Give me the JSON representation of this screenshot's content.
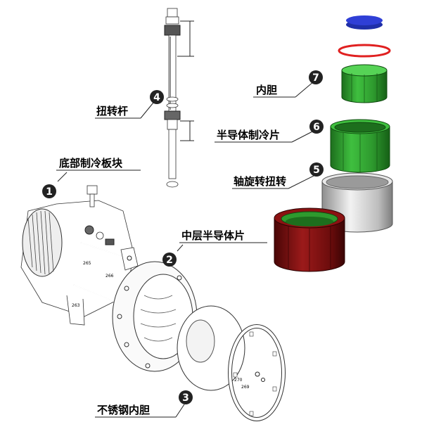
{
  "labels": {
    "l1": {
      "text": "底部制冷板块",
      "num": "1"
    },
    "l2": {
      "text": "中层半导体片",
      "num": "2"
    },
    "l3": {
      "text": "不锈钢内胆",
      "num": "3"
    },
    "l4": {
      "text": "扭转杆",
      "num": "4"
    },
    "l5": {
      "text": "轴旋转扭转",
      "num": "5"
    },
    "l6": {
      "text": "半导体制冷片",
      "num": "6"
    },
    "l7": {
      "text": "内胆",
      "num": "7"
    }
  },
  "part_numbers": {
    "p265a": "265",
    "p266": "266",
    "p263": "263",
    "p270": "270",
    "p269": "269"
  },
  "colors": {
    "lid_blue": "#2f3fd6",
    "ring_red": "#e02020",
    "inner_green": "#2e9a2e",
    "outer_dark_red": "#7a1010",
    "silver": "#cfcfcf"
  }
}
